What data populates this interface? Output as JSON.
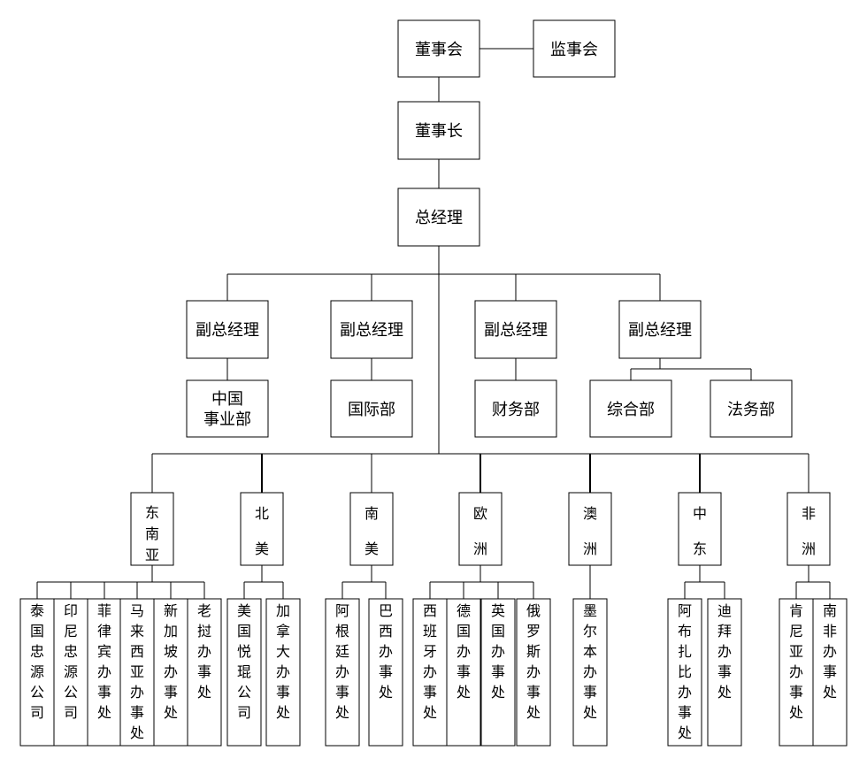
{
  "colors": {
    "line": "#000000",
    "box_fill": "#ffffff",
    "text": "#000000"
  },
  "org": {
    "board": "董事会",
    "supervisory_board": "监事会",
    "chairman": "董事长",
    "general_manager": "总经理",
    "deputy_gms": [
      "副总经理",
      "副总经理",
      "副总经理",
      "副总经理"
    ],
    "departments": {
      "china_business": [
        "中国",
        "事业部"
      ],
      "international": "国际部",
      "finance": "财务部",
      "general_affairs": "综合部",
      "legal": "法务部"
    },
    "regions": [
      {
        "name": "东南亚",
        "offices": [
          "泰国忠源公司",
          "印尼忠源公司",
          "菲律宾办事处",
          "马来西亚办事处",
          "新加坡办事处",
          "老挝办事处"
        ]
      },
      {
        "name": "北美",
        "offices": [
          "美国悦琨公司",
          "加拿大办事处"
        ]
      },
      {
        "name": "南美",
        "offices": [
          "阿根廷办事处",
          "巴西办事处"
        ]
      },
      {
        "name": "欧洲",
        "offices": [
          "西班牙办事处",
          "德国办事处",
          "英国办事处",
          "俄罗斯办事处"
        ]
      },
      {
        "name": "澳洲",
        "offices": [
          "墨尔本办事处"
        ]
      },
      {
        "name": "中东",
        "offices": [
          "阿布扎比办事处",
          "迪拜办事处"
        ]
      },
      {
        "name": "非洲",
        "offices": [
          "肯尼亚办事处",
          "南非办事处"
        ]
      }
    ]
  }
}
